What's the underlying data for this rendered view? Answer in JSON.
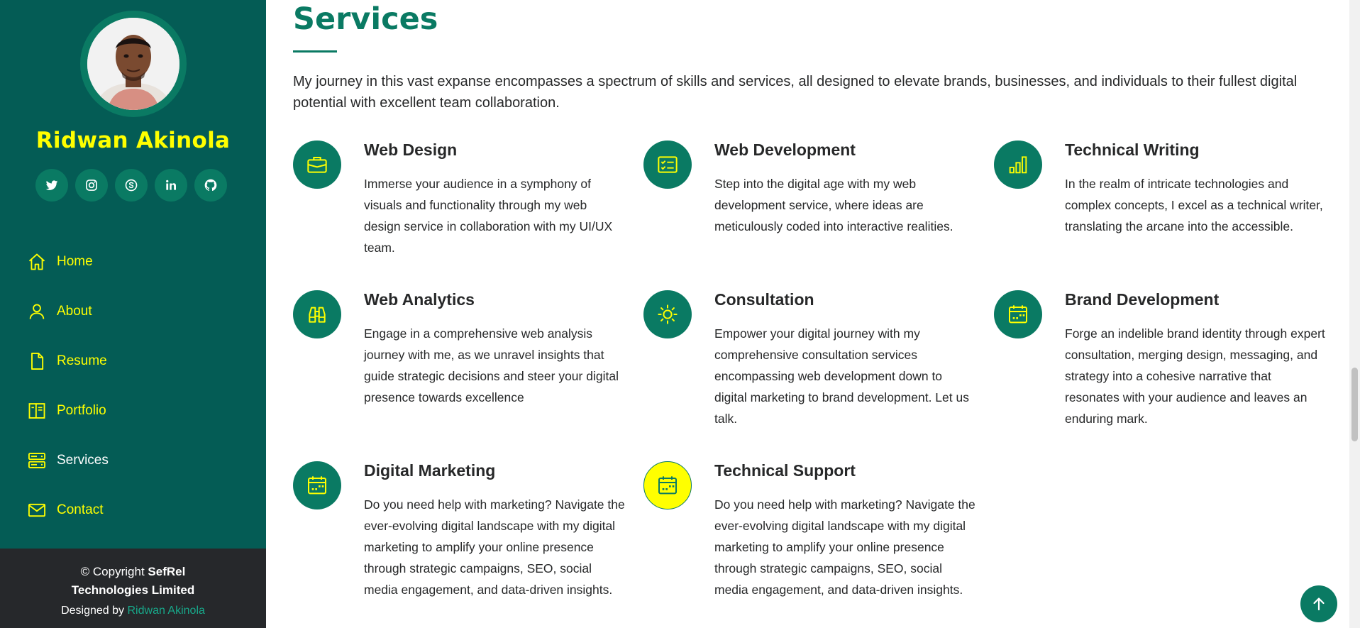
{
  "profile": {
    "name": "Ridwan Akinola"
  },
  "socials": [
    {
      "icon": "twitter-icon"
    },
    {
      "icon": "instagram-icon"
    },
    {
      "icon": "skype-icon"
    },
    {
      "icon": "linkedin-icon"
    },
    {
      "icon": "github-icon"
    }
  ],
  "nav": {
    "items": [
      {
        "label": "Home",
        "icon": "home-icon"
      },
      {
        "label": "About",
        "icon": "person-icon"
      },
      {
        "label": "Resume",
        "icon": "file-icon"
      },
      {
        "label": "Portfolio",
        "icon": "book-icon"
      },
      {
        "label": "Services",
        "icon": "server-icon",
        "active": true
      },
      {
        "label": "Contact",
        "icon": "envelope-icon"
      }
    ]
  },
  "footer": {
    "copyright_prefix": "© Copyright",
    "company": "SefRel Technologies Limited",
    "designed_by": "Designed by",
    "designer": "Ridwan Akinola"
  },
  "section": {
    "title": "Services",
    "intro": "My journey in this vast expanse encompasses a spectrum of skills and services, all designed to elevate brands, businesses, and individuals to their fullest digital potential with excellent team collaboration."
  },
  "services": [
    {
      "title": "Web Design",
      "icon": "briefcase-icon",
      "desc": "Immerse your audience in a symphony of visuals and functionality through my web design service in collaboration with my UI/UX team."
    },
    {
      "title": "Web Development",
      "icon": "card-checklist-icon",
      "desc": "Step into the digital age with my web development service, where ideas are meticulously coded into interactive realities."
    },
    {
      "title": "Technical Writing",
      "icon": "bar-chart-icon",
      "desc": "In the realm of intricate technologies and complex concepts, I excel as a technical writer, translating the arcane into the accessible."
    },
    {
      "title": "Web Analytics",
      "icon": "binoculars-icon",
      "desc": "Engage in a comprehensive web analysis journey with me, as we unravel insights that guide strategic decisions and steer your digital presence towards excellence"
    },
    {
      "title": "Consultation",
      "icon": "brightness-icon",
      "desc": "Empower your digital journey with my comprehensive consultation services encompassing web development down to digital marketing to brand development. Let us talk."
    },
    {
      "title": "Brand Development",
      "icon": "calendar-icon",
      "desc": "Forge an indelible brand identity through expert consultation, merging design, messaging, and strategy into a cohesive narrative that resonates with your audience and leaves an enduring mark."
    },
    {
      "title": "Digital Marketing",
      "icon": "calendar-icon",
      "desc": "Do you need help with marketing? Navigate the ever-evolving digital landscape with my digital marketing to amplify your online presence through strategic campaigns, SEO, social media engagement, and data-driven insights."
    },
    {
      "title": "Technical Support",
      "icon": "calendar-icon",
      "desc": "Do you need help with marketing? Navigate the ever-evolving digital landscape with my digital marketing to amplify your online presence through strategic campaigns, SEO, social media engagement, and data-driven insights."
    }
  ],
  "colors": {
    "sidebar": "#045c55",
    "accent": "#0a7a63",
    "nav_text": "#ffff00",
    "footer": "#26282b"
  }
}
